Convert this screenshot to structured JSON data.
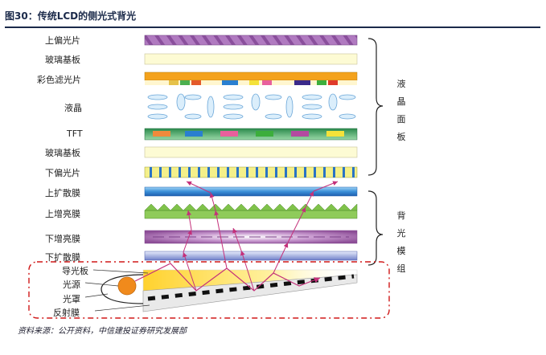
{
  "figure": {
    "title": "图30：传统LCD的侧光式背光",
    "source": "资料来源：公开资料，中信建投证券研究发展部"
  },
  "layers": {
    "upper_polarizer": "上偏光片",
    "glass_top": "玻璃基板",
    "color_filter": "彩色滤光片",
    "liquid_crystal": "液晶",
    "tft": "TFT",
    "glass_bottom": "玻璃基板",
    "lower_polarizer": "下偏光片",
    "upper_diffuser": "上扩散膜",
    "upper_brightness": "上增亮膜",
    "lower_brightness": "下增亮膜",
    "lower_diffuser": "下扩散膜",
    "light_guide": "导光板",
    "light_source": "光源",
    "lamp_cover": "光罩",
    "reflector": "反射膜"
  },
  "groups": {
    "lcd_panel": [
      "液",
      "晶",
      "面",
      "板"
    ],
    "backlight_module": [
      "背",
      "光",
      "模",
      "组"
    ]
  },
  "colors": {
    "title_navy": "#1b2a4a",
    "polarizer_purple": "#b07ac0",
    "glass_cream": "#fdfbd4",
    "diffuser_blue": "#3a8fd8",
    "prism_green": "#7fc24a",
    "lower_prism_purple": "#a05aa8",
    "light_orange": "#f08a1c",
    "arrow_pink": "#c4307a",
    "highlight_red": "#d01818"
  }
}
